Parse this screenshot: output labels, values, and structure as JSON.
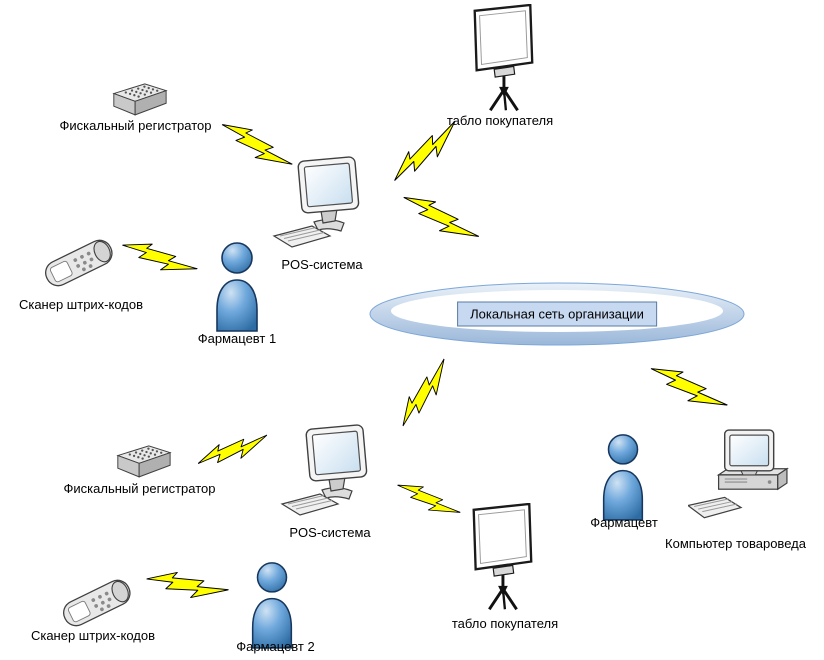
{
  "diagram": {
    "network": {
      "label": "Локальная сеть организации",
      "box_fill": "#c6d9f1",
      "box_border": "#5a7ba6",
      "ring_fill": "#9ab7d9"
    },
    "labels": {
      "fiscal1": "Фискальный регистратор",
      "display1": "табло покупателя",
      "pos1": "POS-система",
      "scanner1": "Сканер штрих-кодов",
      "pharmacist1": "Фармацевт 1",
      "fiscal2": "Фискальный регистратор",
      "pos2": "POS-система",
      "display2": "табло покупателя",
      "scanner2": "Сканер штрих-кодов",
      "pharmacist2": "Фармацевт 2",
      "pharmacist3": "Фармацевт",
      "computer": "Компьютер товароведа"
    },
    "colors": {
      "bolt_fill": "#ffff00",
      "bolt_stroke": "#000000",
      "person_fill": "#4f81bd",
      "background": "#ffffff"
    },
    "icons": {
      "fiscal": "fiscal-printer-icon",
      "pos": "pos-workstation-icon",
      "display": "customer-display-icon",
      "scanner": "barcode-scanner-icon",
      "person": "person-icon",
      "computer": "desktop-computer-icon",
      "link": "lightning-bolt-icon"
    }
  }
}
